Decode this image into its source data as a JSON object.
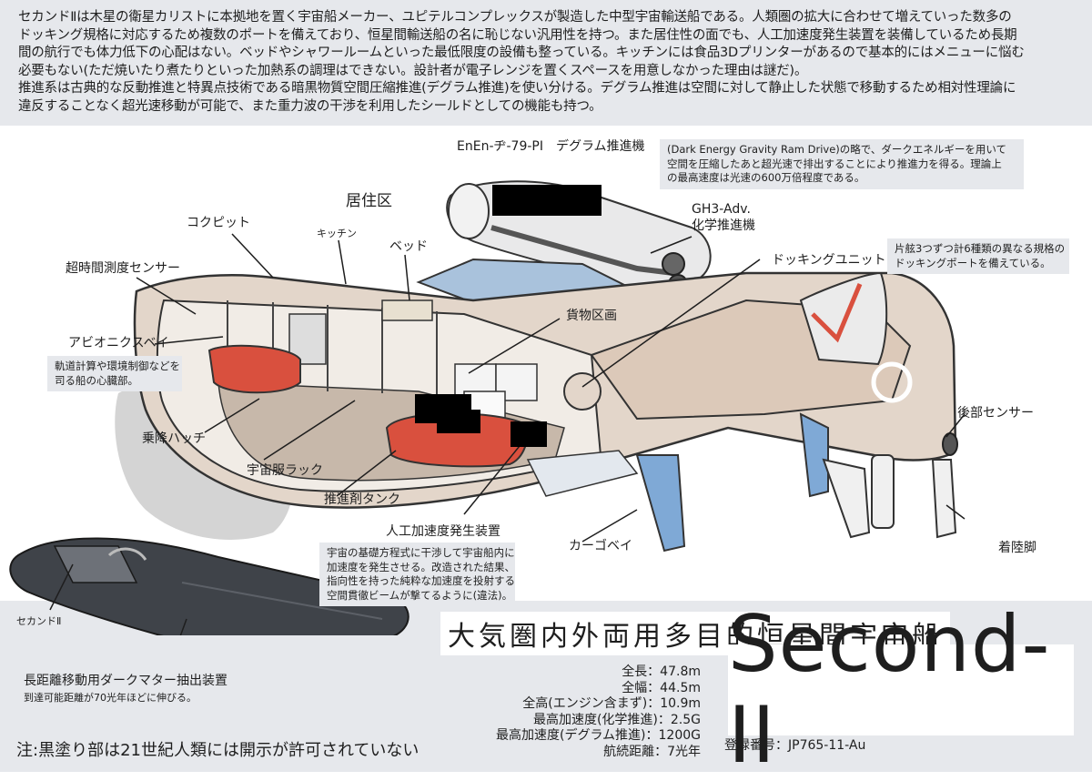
{
  "intro": {
    "lines": [
      "セカンドⅡは木星の衛星カリストに本拠地を置く宇宙船メーカー、ユピテルコンプレックスが製造した中型宇宙輸送船である。人類圏の拡大に合わせて増えていった数多の",
      "ドッキング規格に対応するため複数のポートを備えており、恒星間輸送船の名に恥じない汎用性を持つ。また居住性の面でも、人工加速度発生装置を装備しているため長期",
      "間の航行でも体力低下の心配はない。ベッドやシャワールームといった最低限度の設備も整っている。キッチンには食品3Dプリンターがあるので基本的にはメニューに悩む",
      "必要もない(ただ焼いたり煮たりといった加熱系の調理はできない。設計者が電子レンジを置くスペースを用意しなかった理由は謎だ)。",
      "推進系は古典的な反動推進と特異点技術である暗黒物質空間圧縮推進(デグラム推進)を使い分ける。デグラム推進は空間に対して静止した状態で移動するため相対性理論に",
      "違反することなく超光速移動が可能で、また重力波の干渉を利用したシールドとしての機能も持つ。"
    ]
  },
  "labels": {
    "degram_engine": "EnEn-ヂ-79-PI　デグラム推進機",
    "living_quarters": "居住区",
    "cockpit": "コクピット",
    "kitchen": "キッチン",
    "bed": "ベッド",
    "chrono_sensor": "超時間測度センサー",
    "gh3_line1": "GH3-Adv.",
    "gh3_line2": "化学推進機",
    "docking_unit": "ドッキングユニット",
    "cargo_area": "貨物区画",
    "avionics_bay": "アビオニクスベイ",
    "boarding_hatch": "乗降ハッチ",
    "spacesuit_rack": "宇宙服ラック",
    "propellant_tank": "推進剤タンク",
    "artificial_gravity": "人工加速度発生装置",
    "cargo_bay": "カーゴベイ",
    "rear_sensor": "後部センサー",
    "landing_gear": "着陸脚",
    "second_ii": "セカンドⅡ",
    "dark_matter_extractor": "長距離移動用ダークマター抽出装置",
    "dark_matter_range": "到達可能距離が70光年ほどに伸びる。"
  },
  "notes": {
    "degram": [
      "(Dark Energy Gravity Ram Drive)の略で、ダークエネルギーを用いて",
      "空間を圧縮したあと超光速で排出することにより推進力を得る。理論上",
      "の最高速度は光速の600万倍程度である。"
    ],
    "docking": [
      "片舷3つずつ計6種類の異なる規格の",
      "ドッキングポートを備えている。"
    ],
    "avionics": [
      "軌道計算や環境制御などを",
      "司る船の心臓部。"
    ],
    "gravity": [
      "宇宙の基礎方程式に干渉して宇宙船内に",
      "加速度を発生させる。改造された結果、",
      "指向性を持った純粋な加速度を投射する",
      "空間貫徹ビームが撃てるように(違法)。"
    ]
  },
  "title": "大気圏内外両用多目的恒星間宇宙船",
  "ship_name": "Second-II",
  "specs": [
    "全長：47.8m",
    "全幅：44.5m",
    "全高(エンジン含まず)：10.9m",
    "最高加速度(化学推進)：2.5G",
    "最高加速度(デグラム推進)：1200G",
    "航続距離：7光年"
  ],
  "registration": "登録番号：JP765-11-Au",
  "footnote": "注:黒塗り部は21世紀人類には開示が許可されていない",
  "colors": {
    "panel": "#e6e8ec",
    "hull_light": "#e3d6ca",
    "hull_shadow": "#b9a89a",
    "tank_red": "#d9503e",
    "blue_accent": "#7fa9d6",
    "dark_craft": "#3f4349"
  }
}
